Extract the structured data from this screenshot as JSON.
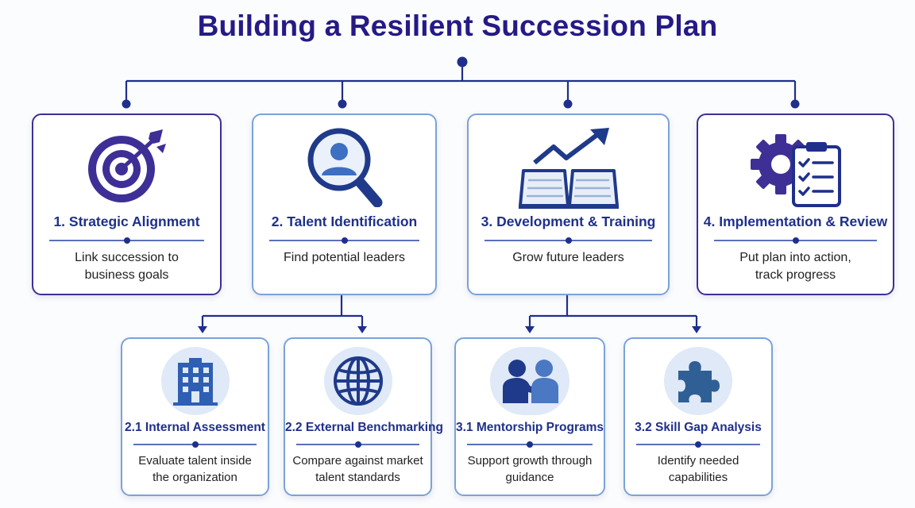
{
  "title": "Building a Resilient Succession Plan",
  "colors": {
    "title": "#251a86",
    "accent_purple": "#3e2f96",
    "accent_blue": "#7aa3d8",
    "connector": "#1f2f8c"
  },
  "steps": [
    {
      "title": "1. Strategic Alignment",
      "description_lines": [
        "Link succession to",
        "business goals"
      ],
      "icon": "target-arrow-icon"
    },
    {
      "title": "2. Talent Identification",
      "description_lines": [
        "Find potential leaders"
      ],
      "icon": "magnifier-person-icon"
    },
    {
      "title": "3. Development & Training",
      "description_lines": [
        "Grow future leaders"
      ],
      "icon": "book-growth-icon"
    },
    {
      "title": "4. Implementation & Review",
      "description_lines": [
        "Put plan into action,",
        "track progress"
      ],
      "icon": "gear-checklist-icon"
    }
  ],
  "substeps": [
    {
      "title": "2.1 Internal Assessment",
      "description_lines": [
        "Evaluate talent inside",
        "the organization"
      ],
      "icon": "building-icon"
    },
    {
      "title": "2.2 External Benchmarking",
      "description_lines": [
        "Compare against market",
        "talent standards"
      ],
      "icon": "globe-icon"
    },
    {
      "title": "3.1 Mentorship Programs",
      "description_lines": [
        "Support growth through",
        "guidance"
      ],
      "icon": "mentor-people-icon"
    },
    {
      "title": "3.2 Skill Gap Analysis",
      "description_lines": [
        "Identify needed",
        "capabilities"
      ],
      "icon": "puzzle-icon"
    }
  ]
}
